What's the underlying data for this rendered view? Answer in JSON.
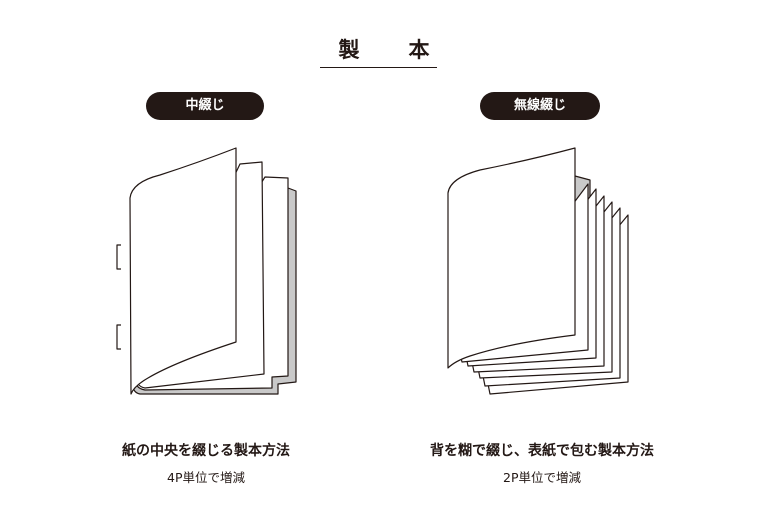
{
  "title": "製　本",
  "methods": [
    {
      "label": "中綴じ",
      "description": "紙の中央を綴じる製本方法",
      "increment": "4P単位で増減"
    },
    {
      "label": "無線綴じ",
      "description": "背を糊で綴じ、表紙で包む製本方法",
      "increment": "2P単位で増減"
    }
  ],
  "colors": {
    "ink": "#231815",
    "page_shade": "#c9c9c9"
  }
}
